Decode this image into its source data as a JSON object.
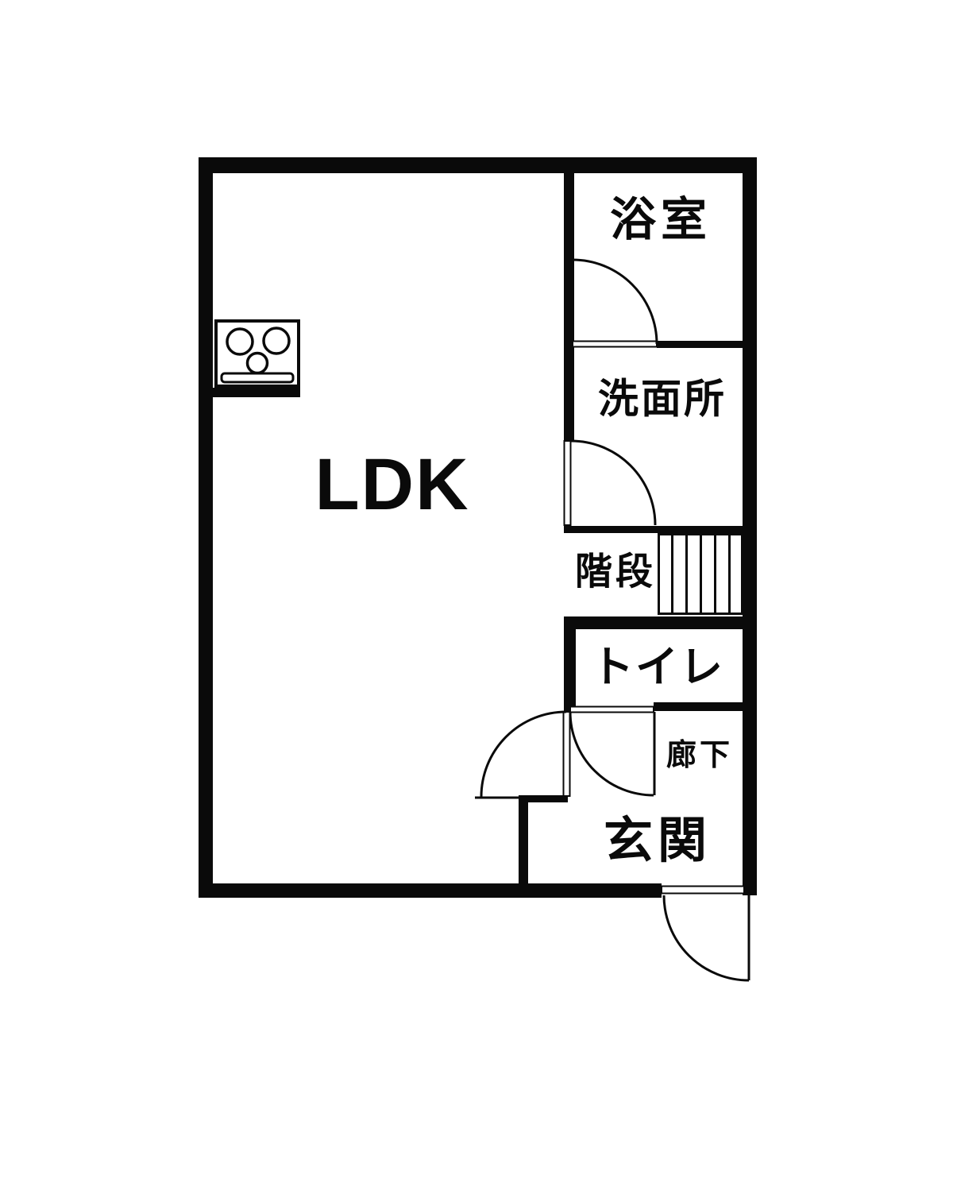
{
  "floorplan": {
    "colors": {
      "wall": "#0a0a0a",
      "background": "#ffffff"
    },
    "rooms": {
      "ldk": {
        "label": "LDK"
      },
      "bathroom": {
        "label": "浴室"
      },
      "washroom": {
        "label": "洗面所"
      },
      "stairs": {
        "label": "階段"
      },
      "toilet": {
        "label": "トイレ"
      },
      "hallway": {
        "label": "廊下"
      },
      "entrance": {
        "label": "玄関"
      }
    },
    "icons": [
      "stove-icon",
      "stairs-icon",
      "bathroom-door-arc-icon",
      "washroom-door-arc-icon",
      "toilet-door-arc-icon",
      "ldk-door-arc-icon",
      "entrance-door-arc-icon"
    ]
  }
}
